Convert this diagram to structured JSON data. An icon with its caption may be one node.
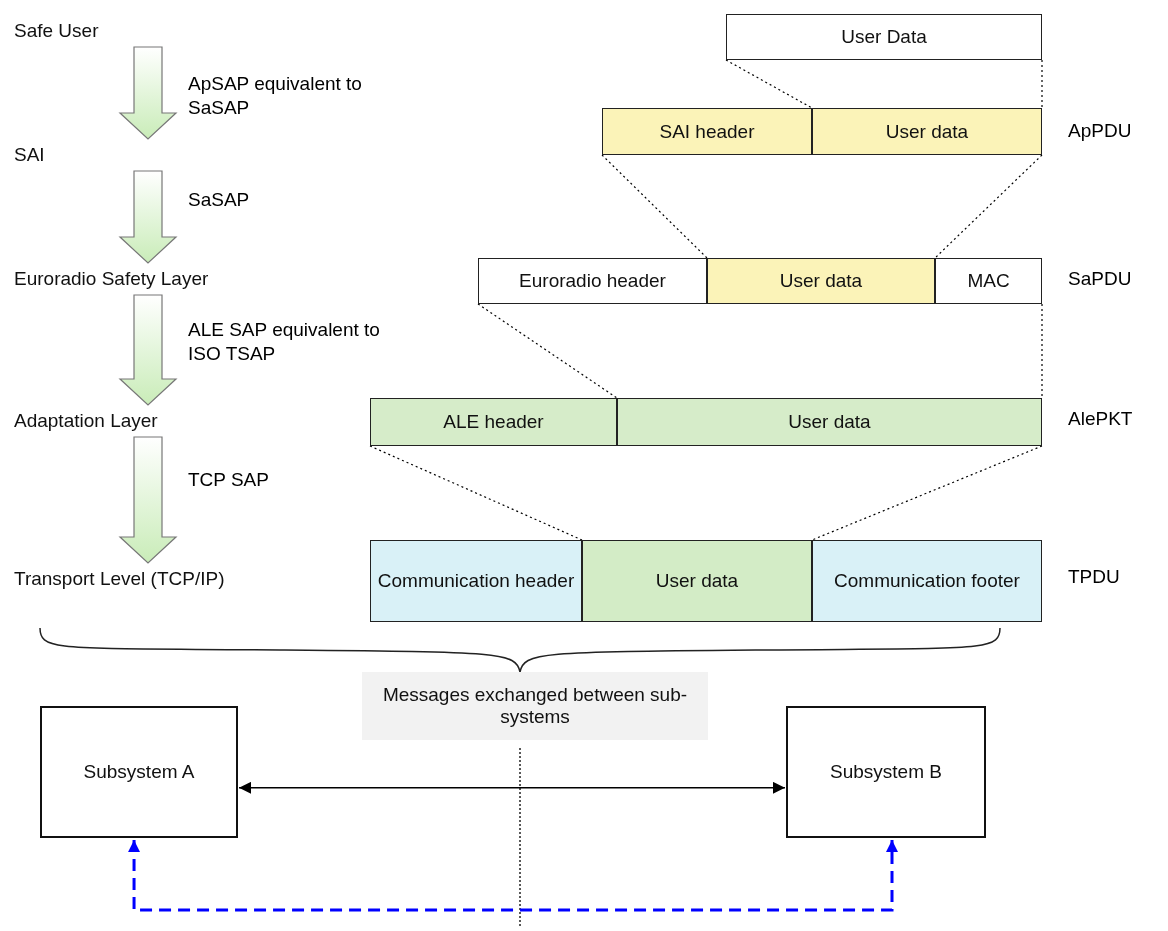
{
  "diagram": {
    "nodes": [
      {
        "text": [
          "Safe User"
        ]
      },
      {
        "text": [
          "SAI"
        ]
      },
      {
        "text": [
          "Euroradio Safety Layer"
        ]
      },
      {
        "text": [
          "Adaptation Layer"
        ]
      },
      {
        "text": [
          "Transport Level (TCP/IP)"
        ]
      },
      {
        "text": [
          "User Data"
        ]
      },
      {
        "text": [
          "SAI header"
        ]
      },
      {
        "text": [
          "User data"
        ]
      },
      {
        "text": [
          "Euroradio header"
        ]
      },
      {
        "text": [
          "User data"
        ]
      },
      {
        "text": [
          "MAC"
        ]
      },
      {
        "text": [
          "ALE header"
        ]
      },
      {
        "text": [
          "User data"
        ]
      },
      {
        "text": [
          "Communication header"
        ]
      },
      {
        "text": [
          "User data"
        ]
      },
      {
        "text": [
          "Communication footer"
        ]
      },
      {
        "text": [
          "Messages exchanged between sub-systems"
        ]
      },
      {
        "text": [
          "Subsystem A"
        ]
      },
      {
        "text": [
          "Subsystem B"
        ]
      }
    ],
    "edges": [
      {
        "from": 0,
        "to": 1,
        "arrow": "to",
        "label": "ApSAP equivalent to SaSAP"
      },
      {
        "from": 1,
        "to": 2,
        "arrow": "to",
        "label": "SaSAP"
      },
      {
        "from": 2,
        "to": 3,
        "arrow": "to",
        "label": "ALE SAP equivalent to ISO TSAP"
      },
      {
        "from": 3,
        "to": 4,
        "arrow": "to",
        "label": "TCP SAP"
      },
      {
        "from": 5,
        "to": 7,
        "arrow": "none",
        "style": "dashed"
      },
      {
        "from": 5,
        "to": 7,
        "arrow": "none",
        "style": "dashed"
      },
      {
        "from": 6,
        "to": 9,
        "arrow": "none",
        "style": "dashed"
      },
      {
        "from": 7,
        "to": 9,
        "arrow": "none",
        "style": "dashed"
      },
      {
        "from": 8,
        "to": 12,
        "arrow": "none",
        "style": "dashed"
      },
      {
        "from": 10,
        "to": 12,
        "arrow": "none",
        "style": "dashed"
      },
      {
        "from": 11,
        "to": 14,
        "arrow": "none",
        "style": "dashed"
      },
      {
        "from": 12,
        "to": 14,
        "arrow": "none",
        "style": "dashed"
      },
      {
        "from": 17,
        "to": 18,
        "arrow": "both"
      },
      {
        "from": 17,
        "to": 18,
        "arrow": "both",
        "style": "dashed",
        "color": "#0000ff"
      }
    ],
    "labels": [
      "ApPDU",
      "SaPDU",
      "AlePKT",
      "TPDU"
    ]
  }
}
